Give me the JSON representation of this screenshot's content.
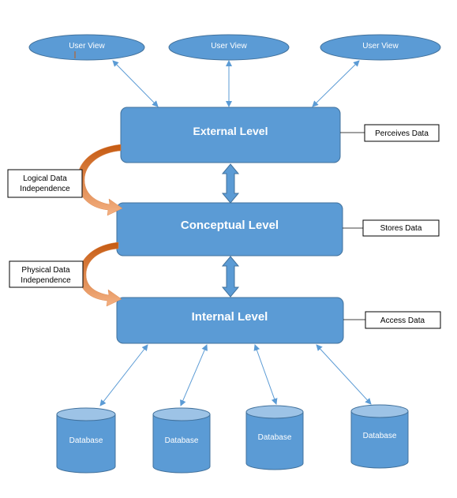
{
  "colors": {
    "shape_fill": "#5b9bd5",
    "shape_stroke": "#41719c",
    "db_top": "#9dc3e6",
    "connector": "#5b9bd5",
    "mapping_arrow_start": "#c55a11",
    "mapping_arrow_end": "#f4b183",
    "note_border": "#000000"
  },
  "user_views": [
    "User View",
    "User View",
    "User View"
  ],
  "levels": {
    "external": "External Level",
    "conceptual": "Conceptual Level",
    "internal": "Internal Level"
  },
  "notes": {
    "perceives": "Perceives Data",
    "stores": "Stores Data",
    "access": "Access Data"
  },
  "independence": {
    "logical": [
      "Logical Data",
      "Independence"
    ],
    "physical": [
      "Physical Data",
      "Independence"
    ]
  },
  "databases": [
    "Database",
    "Database",
    "Database",
    "Database"
  ]
}
